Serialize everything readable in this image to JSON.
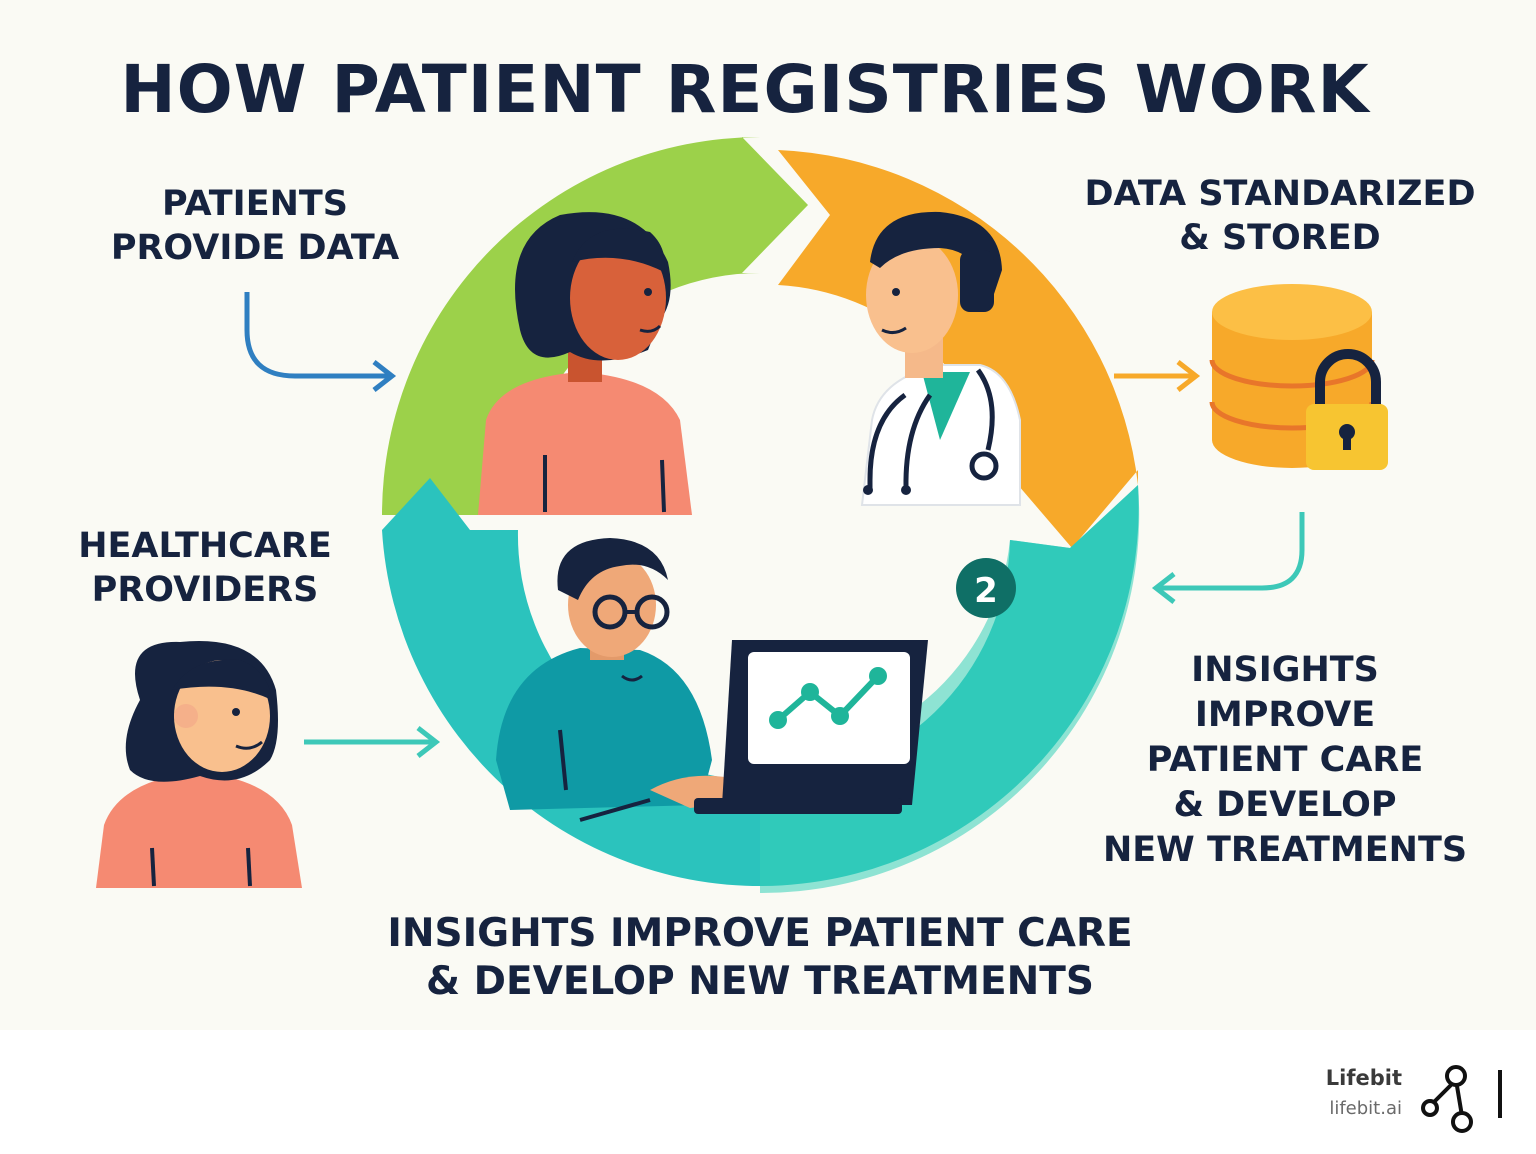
{
  "title": "HOW PATIENT REGISTRIES WORK",
  "steps": {
    "patients": [
      "PATIENTS",
      "PROVIDE DATA"
    ],
    "data": [
      "DATA STANDARIZED",
      "& STORED"
    ],
    "providers": [
      "HEALTHCARE",
      "PROVIDERS"
    ],
    "insights_right": [
      "INSIGHTS",
      "IMPROVE",
      "PATIENT CARE",
      "& DEVELOP",
      "NEW TREATMENTS"
    ],
    "badge_number": "2"
  },
  "bottom_caption": [
    "INSIGHTS IMPROVE PATIENT CARE",
    "& DEVELOP NEW TREATMENTS"
  ],
  "brand": {
    "name": "Lifebit",
    "url": "lifebit.ai"
  },
  "colors": {
    "green_arc": "#9cd14a",
    "orange_arc": "#f7a92a",
    "teal_arc": "#2cc9be",
    "blue_arrow": "#2f7fc1",
    "teal_arrow": "#3dc8b8",
    "orange_arrow": "#f7a92a",
    "text": "#16233f"
  },
  "icons": [
    "patient-woman-icon",
    "doctor-icon",
    "stethoscope-icon",
    "database-icon",
    "lock-icon",
    "researcher-laptop-icon",
    "line-chart-icon",
    "provider-woman-icon",
    "lifebit-logo-icon"
  ]
}
